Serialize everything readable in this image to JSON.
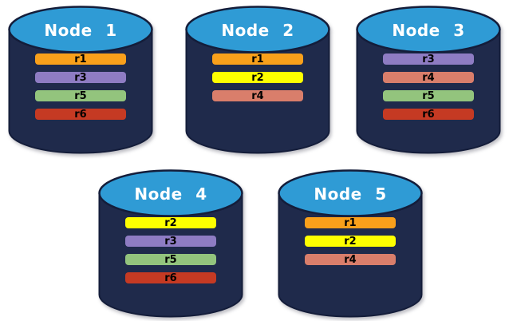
{
  "diagram": {
    "background": "#ffffff",
    "colors": {
      "cylinder_body": "#1F2A4B",
      "cylinder_outline": "#141D3A",
      "cylinder_top": "#2F9BD5",
      "title_text": "#FFFFFF",
      "replica_text": "#000000"
    },
    "replica_palette": {
      "r1": "#F9A01B",
      "r2": "#FEFF00",
      "r3": "#8E7CC3",
      "r4": "#D97E6B",
      "r5": "#93C47D",
      "r6": "#C53A23"
    },
    "nodes": [
      {
        "title": "Node 1",
        "replicas": [
          {
            "label": "r1",
            "color": "#F9A01B"
          },
          {
            "label": "r3",
            "color": "#8E7CC3"
          },
          {
            "label": "r5",
            "color": "#93C47D"
          },
          {
            "label": "r6",
            "color": "#C53A23"
          }
        ]
      },
      {
        "title": "Node 2",
        "replicas": [
          {
            "label": "r1",
            "color": "#F9A01B"
          },
          {
            "label": "r2",
            "color": "#FEFF00"
          },
          {
            "label": "r4",
            "color": "#D97E6B"
          }
        ]
      },
      {
        "title": "Node 3",
        "replicas": [
          {
            "label": "r3",
            "color": "#8E7CC3"
          },
          {
            "label": "r4",
            "color": "#D97E6B"
          },
          {
            "label": "r5",
            "color": "#93C47D"
          },
          {
            "label": "r6",
            "color": "#C53A23"
          }
        ]
      },
      {
        "title": "Node 4",
        "replicas": [
          {
            "label": "r2",
            "color": "#FEFF00"
          },
          {
            "label": "r3",
            "color": "#8E7CC3"
          },
          {
            "label": "r5",
            "color": "#93C47D"
          },
          {
            "label": "r6",
            "color": "#C53A23"
          }
        ]
      },
      {
        "title": "Node 5",
        "replicas": [
          {
            "label": "r1",
            "color": "#F9A01B"
          },
          {
            "label": "r2",
            "color": "#FEFF00"
          },
          {
            "label": "r4",
            "color": "#D97E6B"
          }
        ]
      }
    ]
  }
}
